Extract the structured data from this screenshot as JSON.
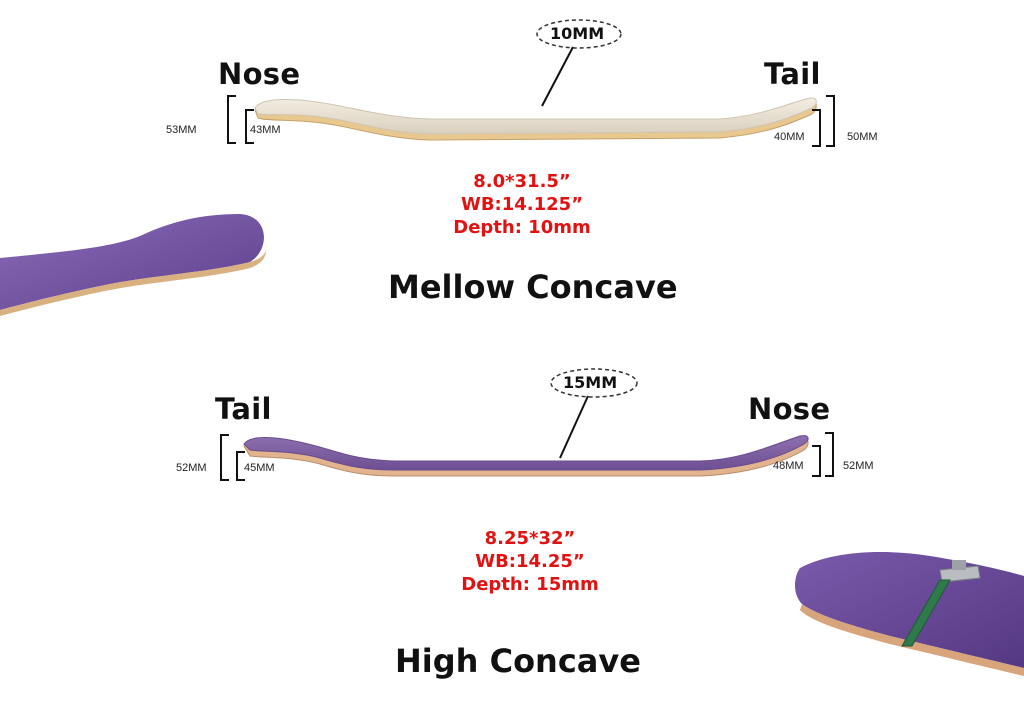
{
  "top_board": {
    "left_label": "Nose",
    "right_label": "Tail",
    "depth_tag": "10MM",
    "left_outer_mm": "53MM",
    "left_inner_mm": "43MM",
    "right_inner_mm": "40MM",
    "right_outer_mm": "50MM",
    "spec_size": "8.0*31.5”",
    "spec_wb": "WB:14.125”",
    "spec_depth": "Depth:  10mm",
    "concave_title": "Mellow Concave",
    "deck_color": "#ece5d6"
  },
  "bottom_board": {
    "left_label": "Tail",
    "right_label": "Nose",
    "depth_tag": "15MM",
    "left_outer_mm": "52MM",
    "left_inner_mm": "45MM",
    "right_inner_mm": "48MM",
    "right_outer_mm": "52MM",
    "spec_size": "8.25*32”",
    "spec_wb": "WB:14.25”",
    "spec_depth": "Depth:  15mm",
    "concave_title": "High Concave",
    "deck_color": "#8e6aa8"
  },
  "colors": {
    "spec_text": "#e11212",
    "deck_purple": "#6a4a9c",
    "ply_edge": "#d8a874",
    "caliper_green": "#2f7a4a"
  }
}
